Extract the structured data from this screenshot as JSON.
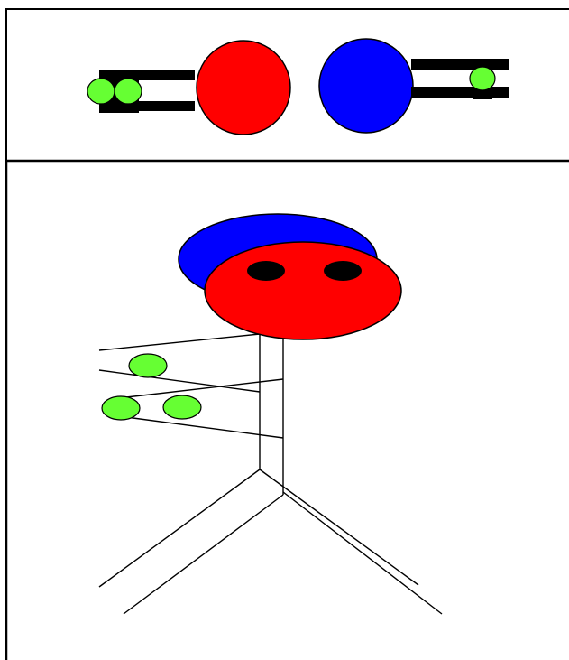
{
  "colors": {
    "background": "#ffffff",
    "outline": "#000000",
    "red": "#ff0000",
    "blue": "#0000ff",
    "green": "#66ff33",
    "black": "#000000"
  },
  "top_panel": {
    "items": [
      "green-ball",
      "green-ball",
      "black-clamp-left",
      "red-circle",
      "blue-circle",
      "black-clamp-right",
      "green-ball"
    ]
  },
  "bottom_panel": {
    "items": [
      "blue-ellipse",
      "red-ellipse",
      "black-eye",
      "black-eye",
      "green-ball",
      "green-ball",
      "green-ball"
    ]
  }
}
